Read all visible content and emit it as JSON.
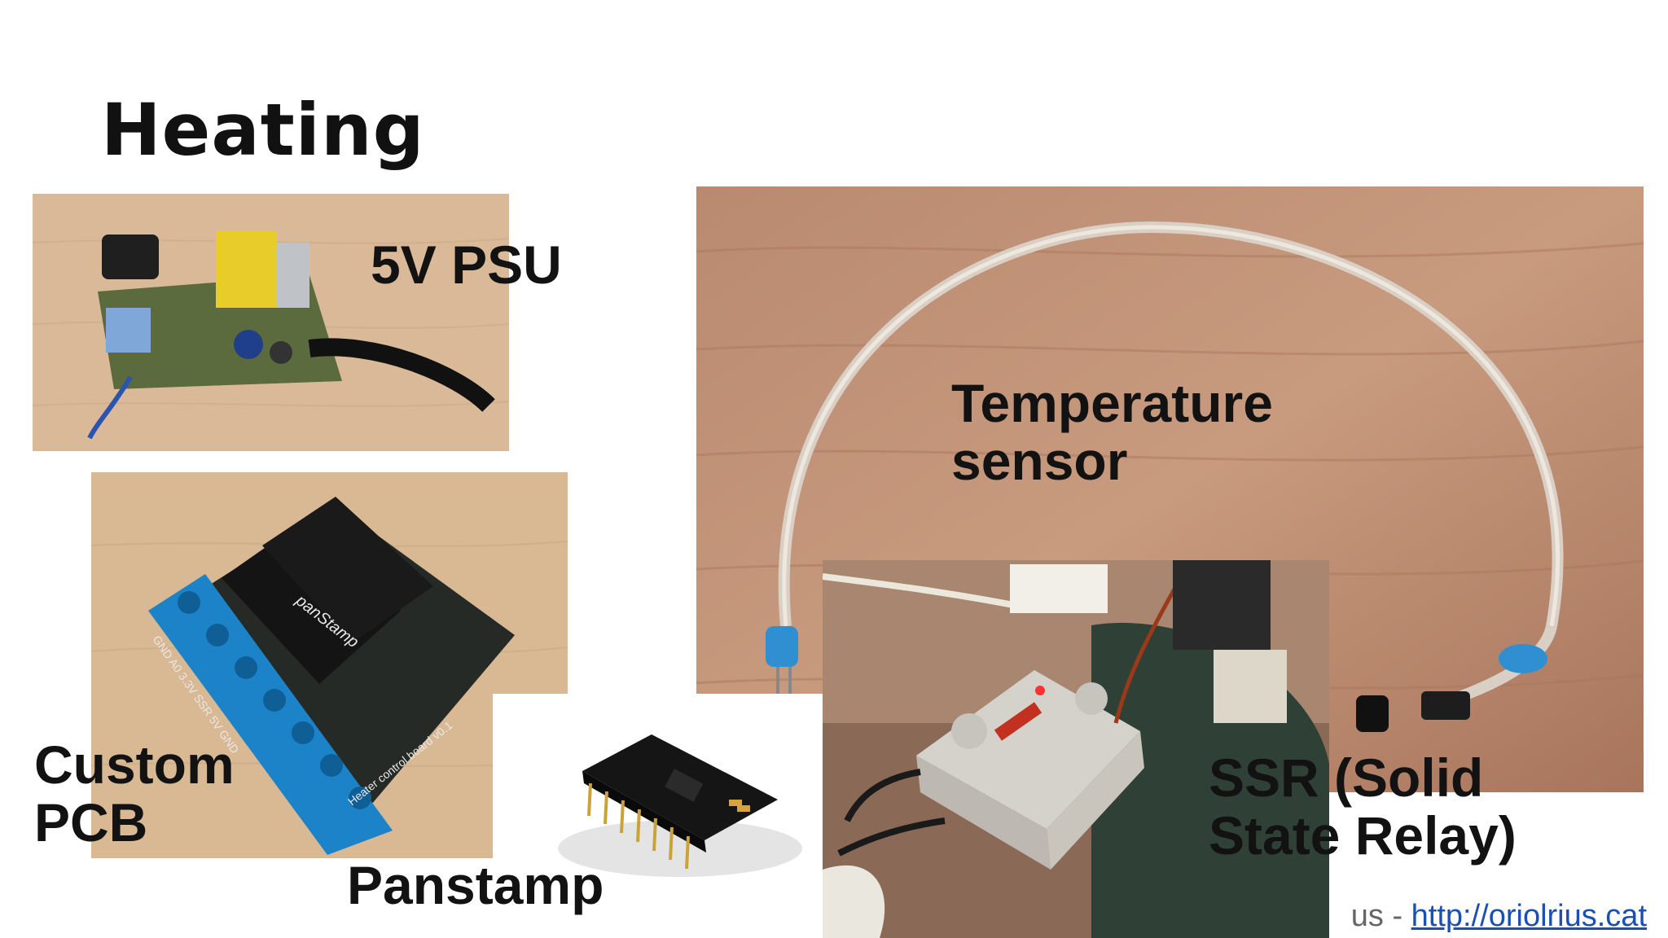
{
  "slide": {
    "title": "Heating",
    "labels": {
      "psu": "5V PSU",
      "temperature_line1": "Temperature",
      "temperature_line2": "sensor",
      "pcb_line1": "Custom",
      "pcb_line2": "PCB",
      "panstamp": "Panstamp",
      "ssr_line1": "SSR (Solid",
      "ssr_line2": "State Relay)"
    },
    "footer": {
      "author_fragment": "us - ",
      "link_text": "http://oriolrius.cat"
    },
    "images": {
      "psu": "power-supply-board-photo",
      "sensor": "temperature-sensor-cable-photo",
      "pcb": "custom-pcb-photo",
      "panstamp": "panstamp-module-photo",
      "ssr": "solid-state-relay-photo"
    },
    "pcb_silkscreen": {
      "logo": "panStamp",
      "pins": "GND A0 3.3V SSR 5V GND",
      "board": "Heater control board v0.1"
    }
  }
}
